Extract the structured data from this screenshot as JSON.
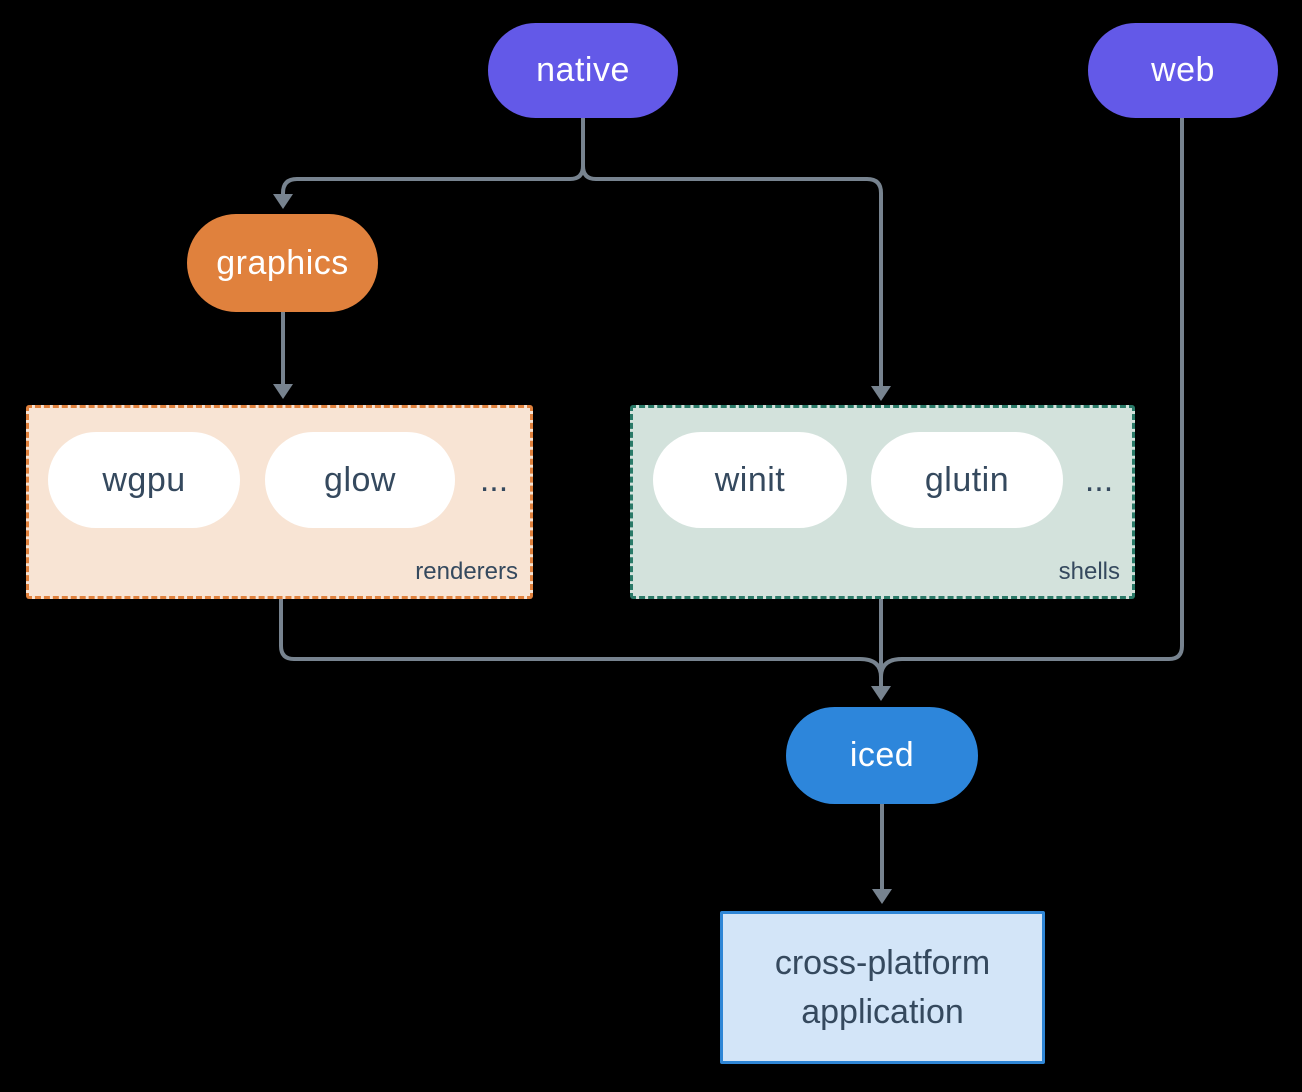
{
  "diagram": {
    "nodes": {
      "native": {
        "label": "native"
      },
      "web": {
        "label": "web"
      },
      "graphics": {
        "label": "graphics"
      },
      "wgpu": {
        "label": "wgpu"
      },
      "glow": {
        "label": "glow"
      },
      "winit": {
        "label": "winit"
      },
      "glutin": {
        "label": "glutin"
      },
      "iced": {
        "label": "iced"
      },
      "application": {
        "label": "cross-platform application"
      }
    },
    "groups": {
      "renderers": {
        "label": "renderers",
        "ellipsis": "..."
      },
      "shells": {
        "label": "shells",
        "ellipsis": "..."
      }
    },
    "edges": [
      {
        "from": "native",
        "to": "graphics"
      },
      {
        "from": "native",
        "to": "shells"
      },
      {
        "from": "graphics",
        "to": "renderers"
      },
      {
        "from": "renderers",
        "to": "iced"
      },
      {
        "from": "shells",
        "to": "iced"
      },
      {
        "from": "web",
        "to": "iced"
      },
      {
        "from": "iced",
        "to": "application"
      }
    ]
  },
  "colors": {
    "purple": "#6359E8",
    "orange": "#E0813D",
    "blue": "#2D86DB",
    "line": "#77838F",
    "pill_text": "#FFFFFF",
    "dark_text": "#35495E",
    "renderers_bg": "#F8E4D4",
    "renderers_border": "#E0813D",
    "shells_bg": "#D3E2DC",
    "shells_border": "#2A7A68",
    "app_bg": "#D3E5F8",
    "app_border": "#2F86D6",
    "white": "#FFFFFF",
    "background": "#000000"
  }
}
